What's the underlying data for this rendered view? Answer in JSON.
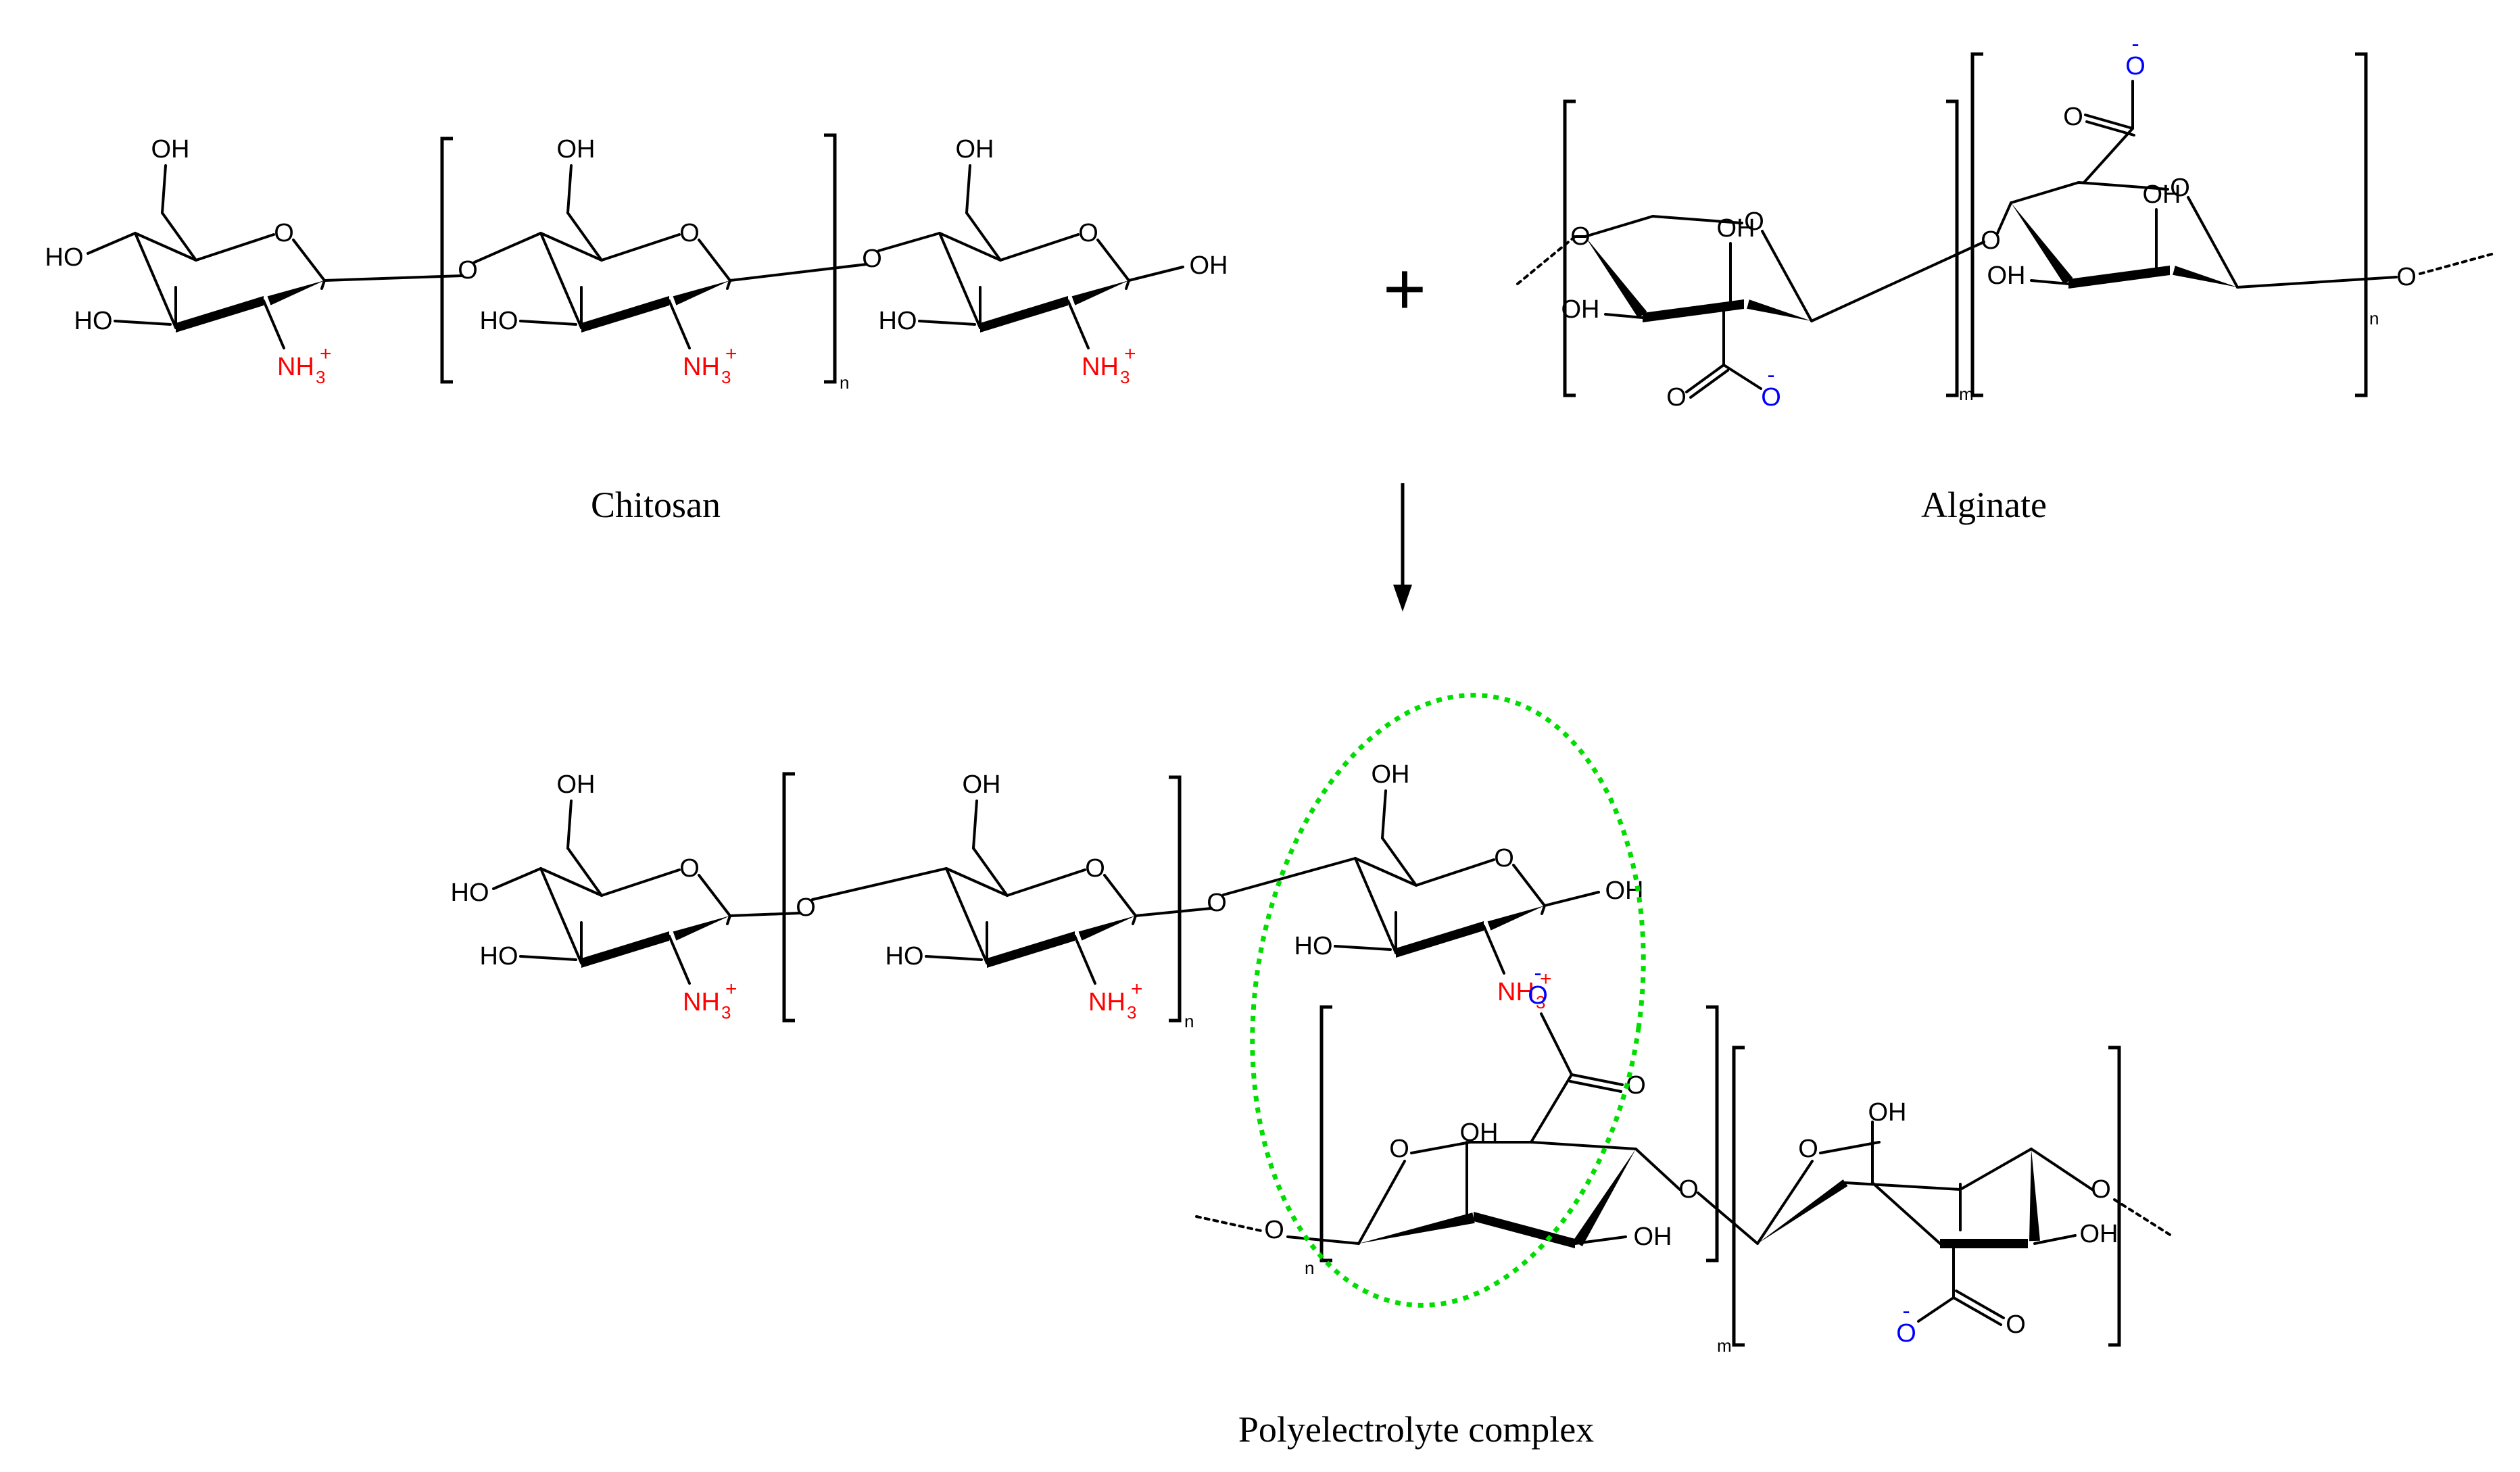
{
  "labels": {
    "chitosan": "Chitosan",
    "alginate": "Alginate",
    "complex": "Polyelectrolyte complex",
    "plus": "+"
  },
  "atoms": {
    "OH": "OH",
    "HO": "HO",
    "O": "O",
    "NH3": "NH",
    "NH3_sub": "3",
    "plus_charge": "+",
    "minus_charge": "-",
    "carbonyl_O": "O",
    "carboxylate_O": "O"
  },
  "repeat_index": {
    "n": "n",
    "m": "m"
  },
  "colors": {
    "ammonium": "#ff0000",
    "carboxylate": "#0000ff",
    "highlight": "#00dd00",
    "bond": "#000000"
  },
  "icons": {
    "reaction_arrow": "down-arrow-icon"
  }
}
